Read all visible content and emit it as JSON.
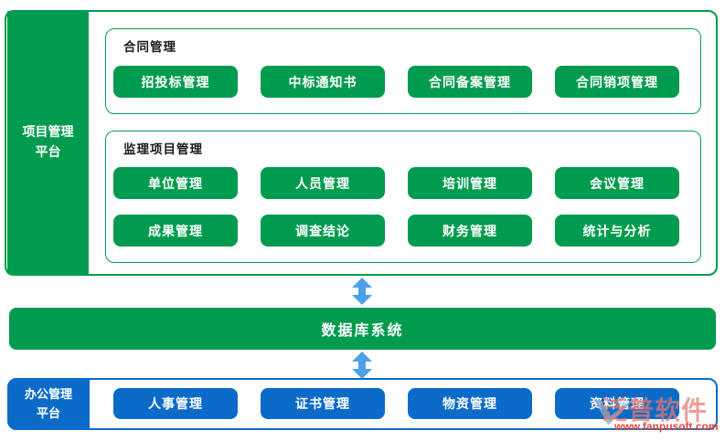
{
  "colors": {
    "green": "#009B4E",
    "blue": "#0C6BC8",
    "arrow_blue": "#4DA0E6",
    "watermark_pink": "#E8786E",
    "watermark_red": "#E0473C"
  },
  "top_section": {
    "platform_label_lines": [
      "项目管理",
      "平台"
    ],
    "groups": [
      {
        "title": "合同管理",
        "rows": [
          [
            "招投标管理",
            "中标通知书",
            "合同备案管理",
            "合同销项管理"
          ]
        ]
      },
      {
        "title": "监理项目管理",
        "rows": [
          [
            "单位管理",
            "人员管理",
            "培训管理",
            "会议管理"
          ],
          [
            "成果管理",
            "调查结论",
            "财务管理",
            "统计与分析"
          ]
        ]
      }
    ]
  },
  "database_bar": {
    "label": "数据库系统"
  },
  "bottom_section": {
    "platform_label_lines": [
      "办公管理",
      "平台"
    ],
    "buttons": [
      "人事管理",
      "证书管理",
      "物资管理",
      "资料管理"
    ]
  },
  "watermark": {
    "brand": "泛普软件",
    "url": "www.fanpusoft.com"
  }
}
